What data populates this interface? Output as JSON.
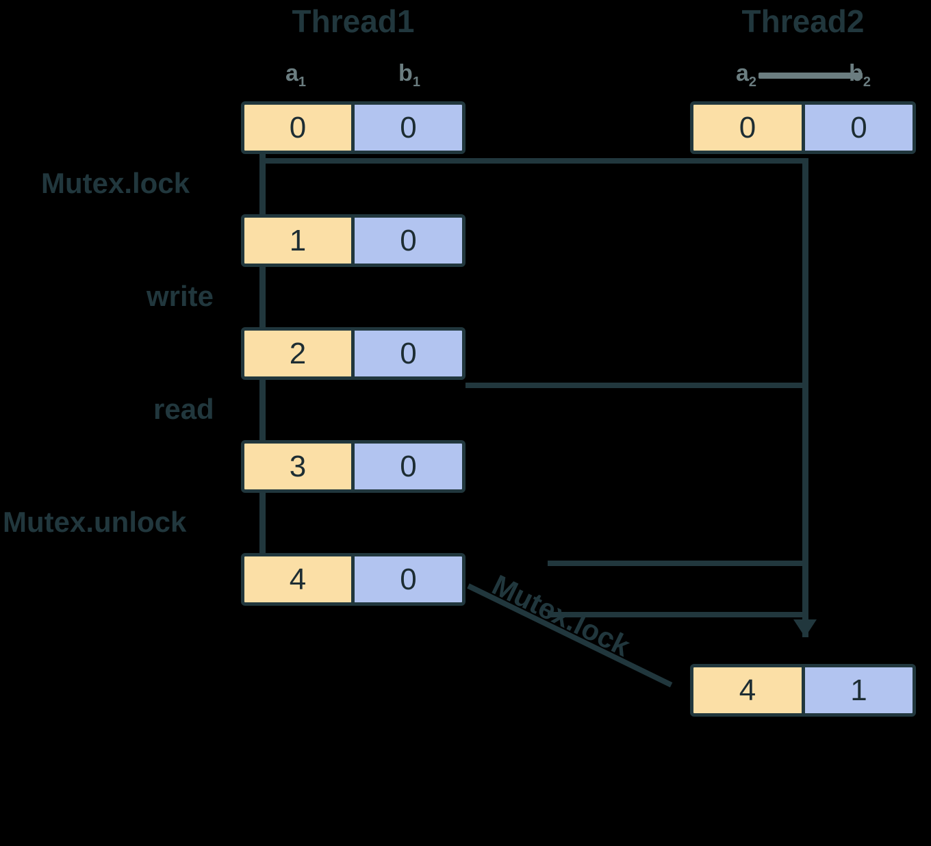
{
  "diagram": {
    "title_thread1": "Thread1",
    "title_thread2": "Thread2",
    "colors": {
      "variable_a_cell": "#fbdfa6",
      "variable_b_cell": "#b2c4f0",
      "stroke": "#21373d",
      "label_muted": "#6b7d80",
      "background": "#000000"
    },
    "variables": {
      "a_name": "a",
      "a_sub": "1",
      "b_name": "b",
      "b_sub": "1",
      "a2_name": "a",
      "a2_sub": "2",
      "b2_name": "b",
      "b2_sub": "2"
    },
    "thread1": {
      "states": [
        {
          "a": "0",
          "b": "0"
        },
        {
          "a": "1",
          "b": "0"
        },
        {
          "a": "2",
          "b": "0"
        },
        {
          "a": "3",
          "b": "0"
        },
        {
          "a": "4",
          "b": "0"
        }
      ],
      "operations": [
        "Mutex.lock",
        "write",
        "read",
        "Mutex.unlock"
      ]
    },
    "thread2": {
      "states": [
        {
          "a": "0",
          "b": "0"
        },
        {
          "a": "4",
          "b": "1"
        }
      ],
      "operations": [
        "Mutex.lock"
      ]
    }
  }
}
